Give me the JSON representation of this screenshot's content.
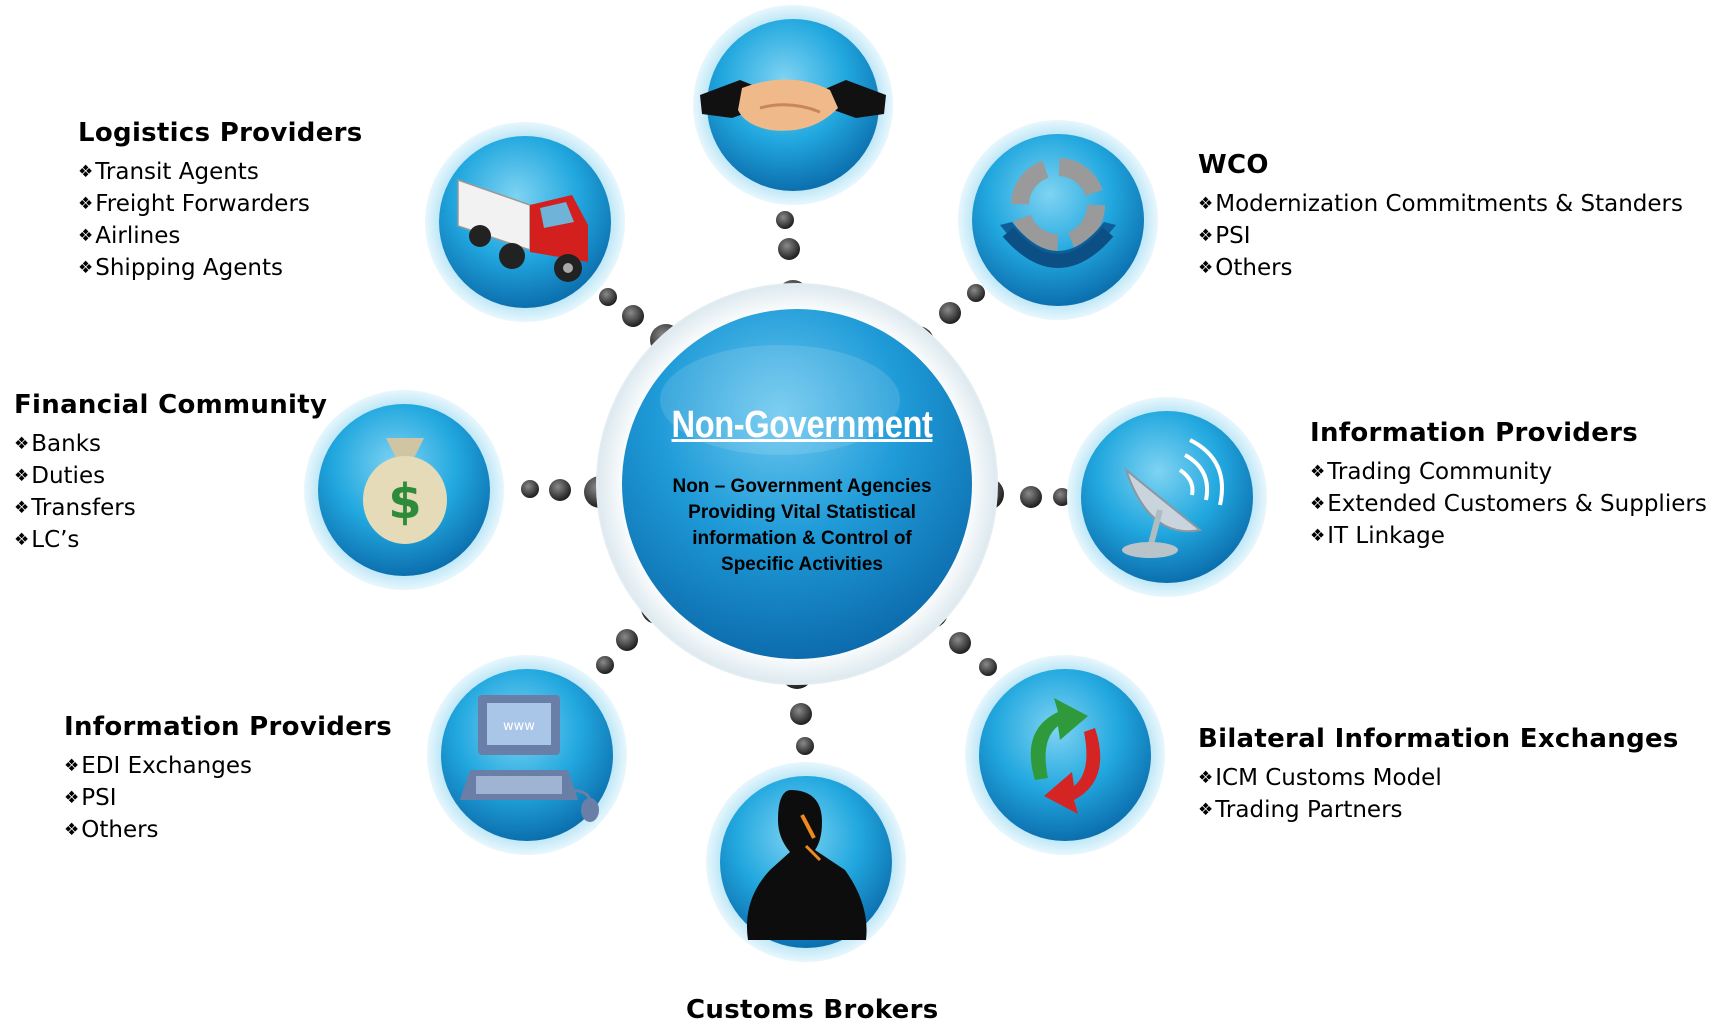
{
  "center": {
    "title": "Non-Government",
    "description": "Non – Government Agencies\nProviding Vital Statistical\ninformation & Control of\nSpecific  Activities"
  },
  "bullet_symbol": "❖",
  "groups": {
    "logistics": {
      "title": "Logistics Providers",
      "items": [
        "Transit Agents",
        "Freight Forwarders",
        "Airlines",
        "Shipping Agents"
      ]
    },
    "wco": {
      "title": "WCO",
      "items": [
        "Modernization Commitments & Standers",
        "PSI",
        "Others"
      ]
    },
    "financial": {
      "title": "Financial Community",
      "items": [
        "Banks",
        "Duties",
        "Transfers",
        "LC’s"
      ]
    },
    "info_right": {
      "title": "Information Providers",
      "items": [
        "Trading Community",
        "Extended Customers & Suppliers",
        "IT Linkage"
      ]
    },
    "info_left": {
      "title": "Information Providers",
      "items": [
        "EDI Exchanges",
        "PSI",
        "Others"
      ]
    },
    "bilateral": {
      "title": "Bilateral Information Exchanges",
      "items": [
        "ICM Customs Model",
        "Trading Partners"
      ]
    },
    "brokers": {
      "title": "Customs Brokers",
      "items": []
    }
  },
  "icons": [
    "handshake-icon",
    "truck-icon",
    "wco-logo-icon",
    "money-bag-icon",
    "satellite-dish-icon",
    "computer-icon",
    "exchange-arrows-icon",
    "phone-person-icon"
  ],
  "colors": {
    "node_blue": "#1aa3dd",
    "node_light": "#bfeaf8",
    "connector_dot": "#3a3a3a",
    "center_blue": "#1e9ad6"
  }
}
